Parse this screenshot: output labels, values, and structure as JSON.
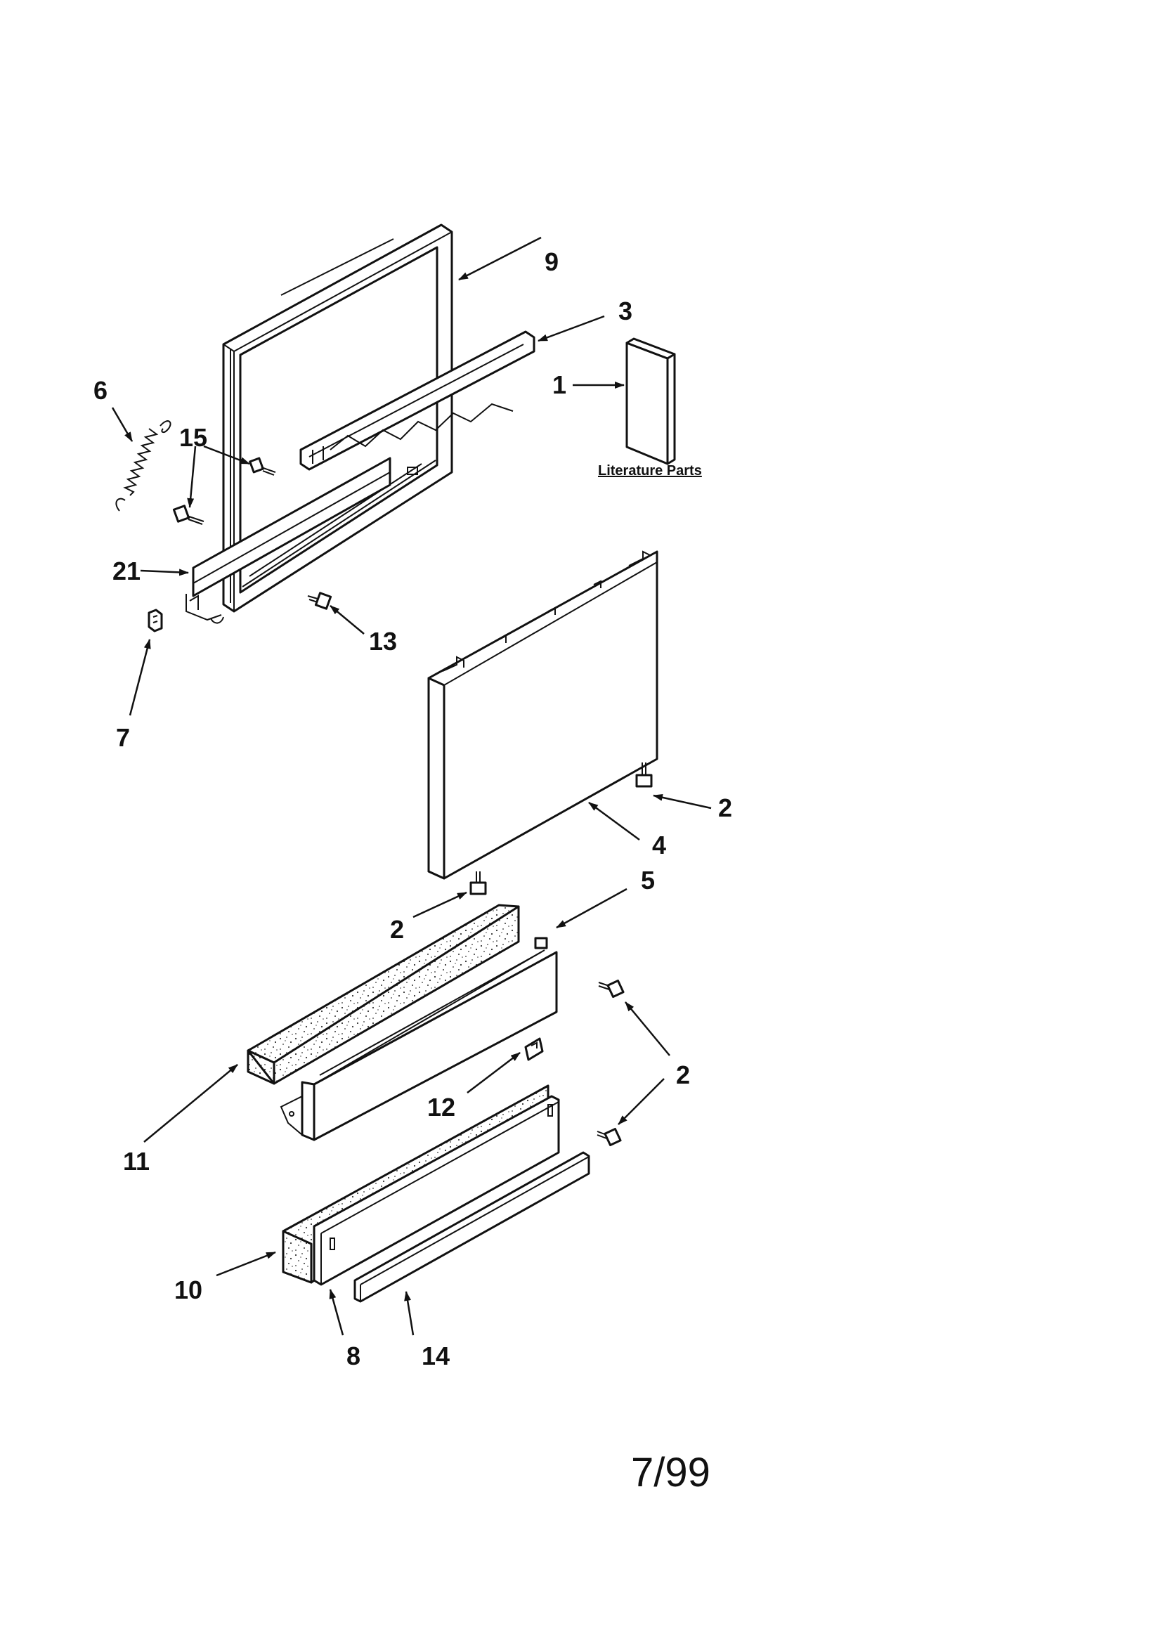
{
  "labels": {
    "p1": "1",
    "p2a": "2",
    "p2b": "2",
    "p2c": "2",
    "p2d": "2",
    "p3": "3",
    "p4": "4",
    "p5": "5",
    "p6": "6",
    "p7": "7",
    "p8": "8",
    "p9": "9",
    "p10": "10",
    "p11": "11",
    "p12": "12",
    "p13": "13",
    "p14": "14",
    "p15": "15",
    "p21": "21"
  },
  "literature_caption": "Literature Parts",
  "footer_date": "7/99"
}
